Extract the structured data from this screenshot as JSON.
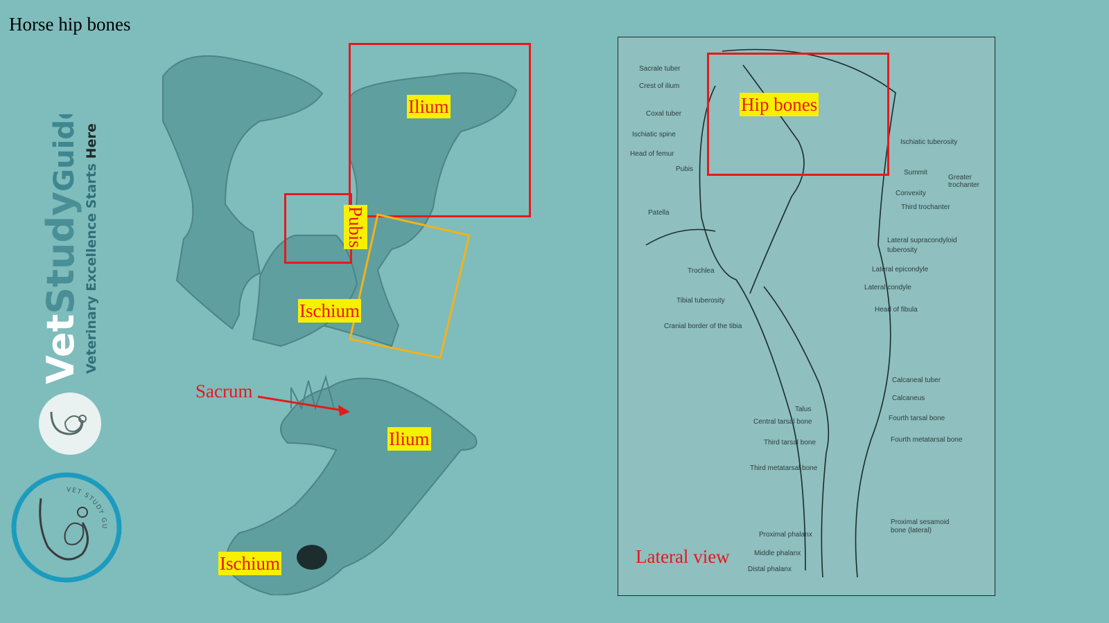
{
  "slide": {
    "title": "Horse hip bones",
    "colors": {
      "background": "#7fbcbc",
      "label_bg": "#f7f000",
      "label_text": "#e8161b",
      "box_red": "#e51a1a",
      "box_orange": "#f2b21c"
    }
  },
  "brand": {
    "name_part1": "Vet",
    "name_part2": "Study",
    "name_part3": "Guides",
    "tagline_part1": "Veterinary Excellence Starts ",
    "tagline_part2": "Here",
    "badge_text": "VET STUDY GUIDES"
  },
  "ventral_view": {
    "labels": {
      "ilium": "Ilium",
      "pubis": "Pubis",
      "ischium": "Ischium"
    }
  },
  "lateral_pelvis": {
    "labels": {
      "sacrum": "Sacrum",
      "ilium": "Ilium",
      "ischium": "Ischium"
    }
  },
  "hind_limb": {
    "view_label": "Lateral view",
    "hip_label": "Hip bones",
    "left_tags": [
      "Sacrale tuber",
      "Crest of ilium",
      "Coxal tuber",
      "Ischiatic spine",
      "Head of femur",
      "Pubis",
      "Patella",
      "Trochlea",
      "Tibial tuberosity",
      "Cranial border of the tibia",
      "Talus",
      "Central tarsal bone",
      "Third tarsal bone",
      "Third metatarsal bone",
      "Proximal phalanx",
      "Middle phalanx",
      "Distal phalanx"
    ],
    "right_tags": [
      "Ischiatic tuberosity",
      "Summit",
      "Convexity",
      "Third trochanter",
      "Lateral supracondyloid",
      "tuberosity",
      "Lateral epicondyle",
      "Lateral condyle",
      "Head of fibula",
      "Calcaneal tuber",
      "Calcaneus",
      "Fourth tarsal bone",
      "Fourth metatarsal bone",
      "Proximal sesamoid",
      "bone (lateral)"
    ],
    "trochanter_tag1": "Greater",
    "trochanter_tag2": "trochanter"
  }
}
